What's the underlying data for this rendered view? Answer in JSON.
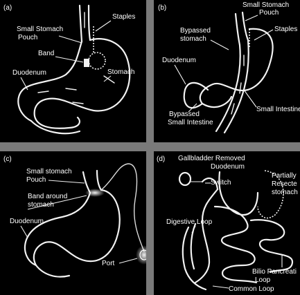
{
  "panels": {
    "a": {
      "tag": "(a)",
      "labels": {
        "staples": "Staples",
        "small_stomach_line1": "Small Stomach",
        "small_stomach_line2": "Pouch",
        "band": "Band",
        "duodenum": "Duodenum",
        "stomach": "Stomach"
      }
    },
    "b": {
      "tag": "(b)",
      "labels": {
        "small_stomach_line1": "Small Stomach",
        "small_stomach_line2": "Pouch",
        "staples": "Staples",
        "bypassed_stomach_line1": "Bypassed",
        "bypassed_stomach_line2": "stomach",
        "duodenum": "Duodenum",
        "small_intestine": "Small Intestine",
        "bypassed_si_line1": "Bypassed",
        "bypassed_si_line2": "Small Intestine"
      }
    },
    "c": {
      "tag": "(c)",
      "labels": {
        "small_stomach_line1": "Small stomach",
        "small_stomach_line2": "Pouch",
        "band_line1": "Band around",
        "band_line2": "stomach",
        "duodenum": "Duodenum",
        "port": "Port"
      }
    },
    "d": {
      "tag": "(d)",
      "labels": {
        "gallbladder": "Gallbladder Removed",
        "duodenum": "Duodenum",
        "switch": "Switch",
        "partially_line1": "Partially",
        "partially_line2": "Resecte",
        "partially_line3": "stomach",
        "digestive_loop": "Digestive Loop",
        "bilio_line1": "Bilio Pancreati",
        "bilio_line2": "Loop",
        "common_loop": "Common Loop"
      }
    }
  }
}
